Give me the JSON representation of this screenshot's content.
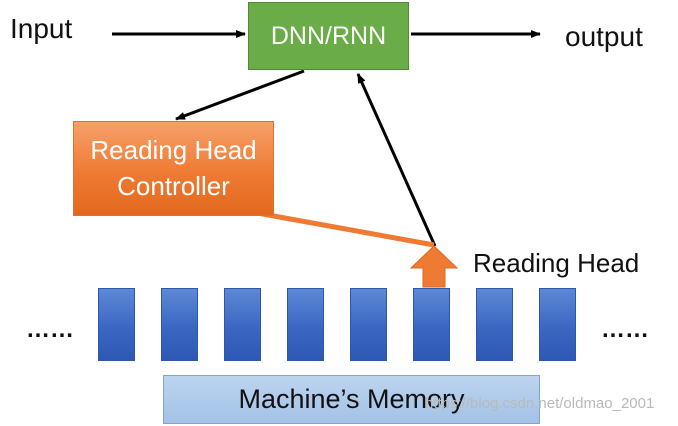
{
  "labels": {
    "input": "Input",
    "output": "output",
    "network": "DNN/RNN",
    "controller_line1": "Reading Head",
    "controller_line2": "Controller",
    "reading_head": "Reading Head",
    "memory": "Machine’s Memory",
    "ellipsis_left": "……",
    "ellipsis_right": "……"
  },
  "memory_cells": 8,
  "watermark": "https://blog.csdn.net/oldmao_2001",
  "colors": {
    "network_box": "#6aac47",
    "controller_box": "#ef7a33",
    "memory_cell": "#3b67c3",
    "memory_box": "#a3c2e6",
    "arrow": "#000000",
    "reading_head_arrow": "#ef7a33"
  }
}
